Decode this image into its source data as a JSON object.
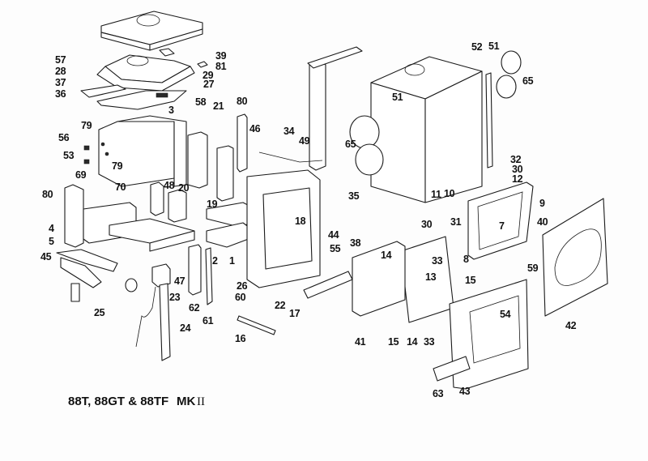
{
  "diagram": {
    "title": "Exploded parts diagram",
    "caption": {
      "models": "88T, 88GT & 88TF",
      "mark": "MK",
      "mark_numeral": "II"
    },
    "colors": {
      "ink": "#1a1a1a",
      "paper": "#fdfdfd"
    },
    "part_labels": {
      "p57": "57",
      "p28": "28",
      "p37": "37",
      "p36": "36",
      "p39": "39",
      "p81": "81",
      "p29": "29",
      "p27": "27",
      "p3": "3",
      "p79a": "79",
      "p56": "56",
      "p53": "53",
      "p79b": "79",
      "p70": "70",
      "p69": "69",
      "p80a": "80",
      "p4": "4",
      "p5": "5",
      "p45": "45",
      "p58": "58",
      "p21": "21",
      "p80b": "80",
      "p46": "46",
      "p48": "48",
      "p20": "20",
      "p19": "19",
      "p2": "2",
      "p1": "1",
      "p34": "34",
      "p49": "49",
      "p18": "18",
      "p44": "44",
      "p38": "38",
      "p55": "55",
      "p35": "35",
      "p65a": "65",
      "p51a": "51",
      "p52": "52",
      "p51b": "51",
      "p65b": "65",
      "p32": "32",
      "p30a": "30",
      "p12": "12",
      "p10": "10",
      "p11": "11",
      "p9": "9",
      "p40": "40",
      "p30b": "30",
      "p31": "31",
      "p7": "7",
      "p8": "8",
      "p14a": "14",
      "p33a": "33",
      "p13": "13",
      "p15a": "15",
      "p59": "59",
      "p42": "42",
      "p54": "54",
      "p41": "41",
      "p15b": "15",
      "p14b": "14",
      "p33b": "33",
      "p43": "43",
      "p63": "63",
      "p47": "47",
      "p23": "23",
      "p25": "25",
      "p24": "24",
      "p62": "62",
      "p61": "61",
      "p26": "26",
      "p60": "60",
      "p22": "22",
      "p17": "17",
      "p16": "16"
    }
  }
}
